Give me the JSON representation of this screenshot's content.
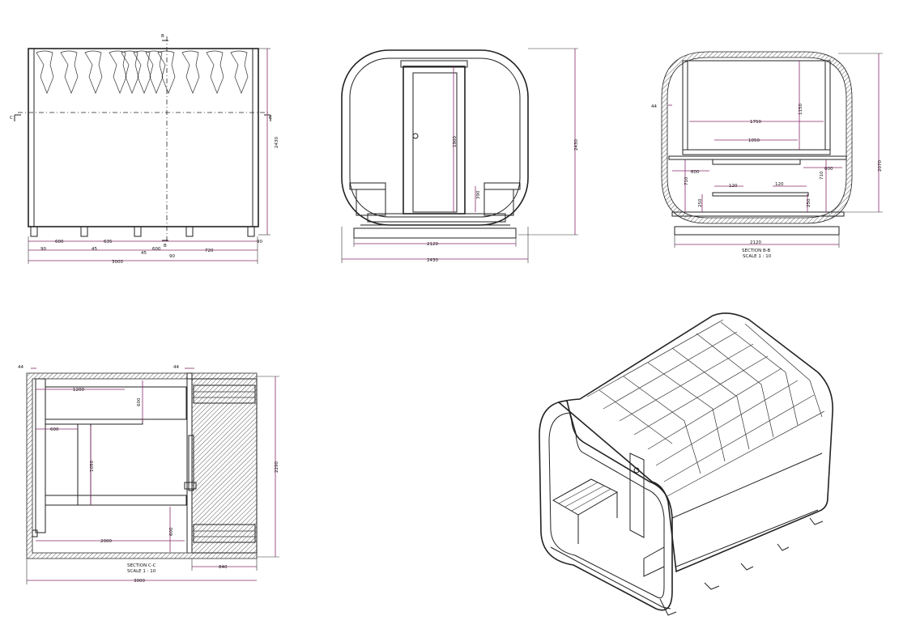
{
  "side_view": {
    "cut_mark_b": "B",
    "cut_mark_c": "C",
    "dims": {
      "height": "2430",
      "d90_left": "90",
      "d600_a": "600",
      "d45_a": "45",
      "d635": "635",
      "d45_b": "45",
      "d600_b": "600",
      "d90_mid": "90",
      "d720": "720",
      "d90_right": "90",
      "total": "3000"
    }
  },
  "front_view": {
    "dims": {
      "door_height": "1900",
      "bench_height": "390",
      "inner_width": "2120",
      "total_width": "2430",
      "total_height": "2430"
    }
  },
  "section_b": {
    "title": "SECTION B-B",
    "scale": "SCALE 1 : 10",
    "dims": {
      "wall": "44",
      "d1150": "1150",
      "d1750": "1750",
      "d1050": "1050",
      "d600_l": "600",
      "d600_r": "600",
      "d710_l": "710",
      "d710_r": "710",
      "d120_l": "120",
      "d120_r": "120",
      "d250_l": "250",
      "d250_r": "250",
      "height": "2070",
      "width": "2120"
    }
  },
  "section_c": {
    "title": "SECTION C-C",
    "scale": "SCALE 1 : 10",
    "dims": {
      "wall_l": "44",
      "wall_r": "44",
      "d1200": "1200",
      "d600_top": "600",
      "d600_left": "600",
      "d1050": "1050",
      "d2000": "2000",
      "d600_bottom": "600",
      "depth": "2290",
      "d840": "840",
      "total": "3000"
    }
  }
}
